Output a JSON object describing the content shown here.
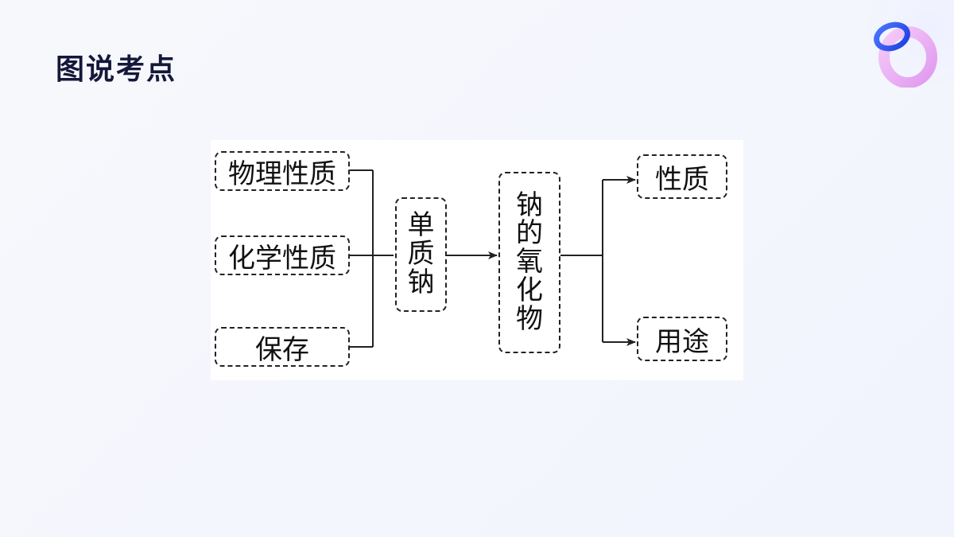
{
  "title": "图说考点",
  "diagram": {
    "left_nodes": [
      "物理性质",
      "化学性质",
      "保存"
    ],
    "center_node": [
      "单",
      "质",
      "钠"
    ],
    "oxide_node": [
      "钠",
      "的",
      "氧",
      "化",
      "物"
    ],
    "right_nodes": [
      "性质",
      "用途"
    ]
  },
  "colors": {
    "title": "#14183a",
    "lines": "#222222",
    "ring_blue": "#2f5cf5",
    "ring_pink": "#e79bf0"
  },
  "icons": [
    "decorative-ring-icon"
  ]
}
